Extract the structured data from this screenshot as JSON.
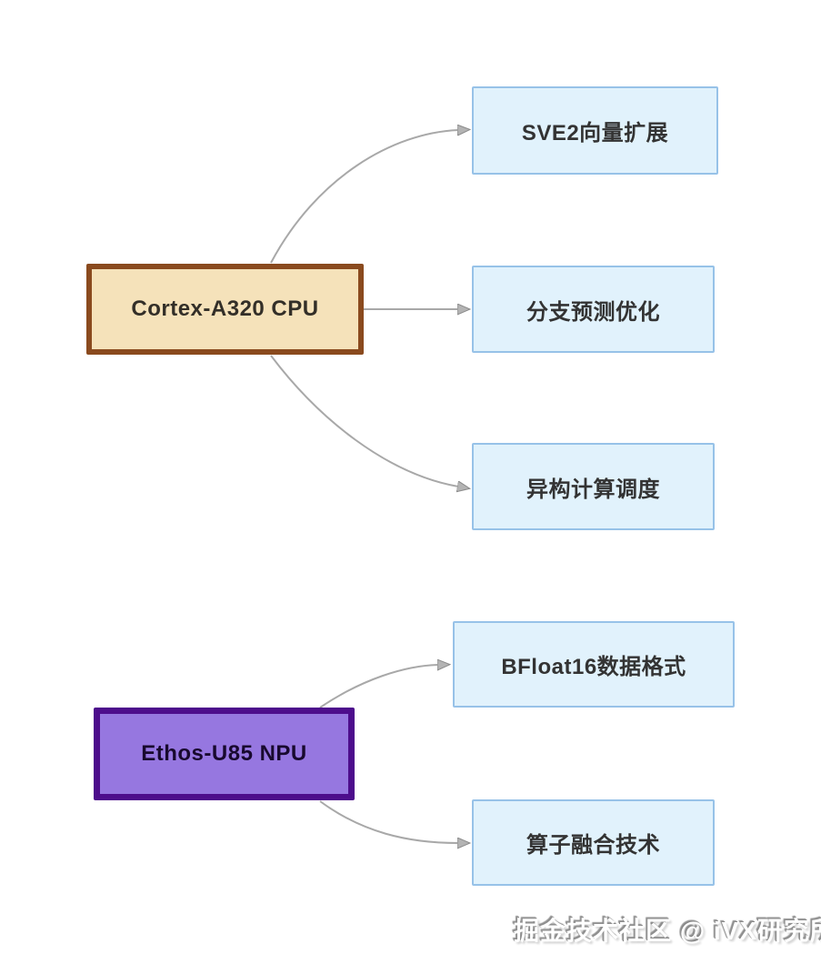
{
  "colors": {
    "bg": "#ffffff",
    "cpu-fill": "#f5e2ba",
    "cpu-border": "#8a4a1e",
    "cpu-text": "#332f28",
    "npu-fill": "#9677e0",
    "npu-border": "#4d0d8c",
    "npu-text": "#18092e",
    "leaf-fill": "#e1f2fc",
    "leaf-border": "#97c2e8",
    "leaf-text": "#333333",
    "arrow": "#a8a8a8",
    "arrowhead-fill": "#b3b3b3",
    "arrowhead-stroke": "#8a8a8a",
    "watermark-text": "#ffffff"
  },
  "nodes": {
    "cpu": {
      "label": "Cortex-A320 CPU"
    },
    "npu": {
      "label": "Ethos-U85 NPU"
    }
  },
  "cpu_features": [
    {
      "label": "SVE2向量扩展"
    },
    {
      "label": "分支预测优化"
    },
    {
      "label": "异构计算调度"
    }
  ],
  "npu_features": [
    {
      "label": "BFloat16数据格式"
    },
    {
      "label": "算子融合技术"
    }
  ],
  "edges": [
    {
      "from": "Cortex-A320 CPU",
      "to": "SVE2向量扩展"
    },
    {
      "from": "Cortex-A320 CPU",
      "to": "分支预测优化"
    },
    {
      "from": "Cortex-A320 CPU",
      "to": "异构计算调度"
    },
    {
      "from": "Ethos-U85 NPU",
      "to": "BFloat16数据格式"
    },
    {
      "from": "Ethos-U85 NPU",
      "to": "算子融合技术"
    }
  ],
  "watermark": "掘金技术社区 @ iVX研究所"
}
